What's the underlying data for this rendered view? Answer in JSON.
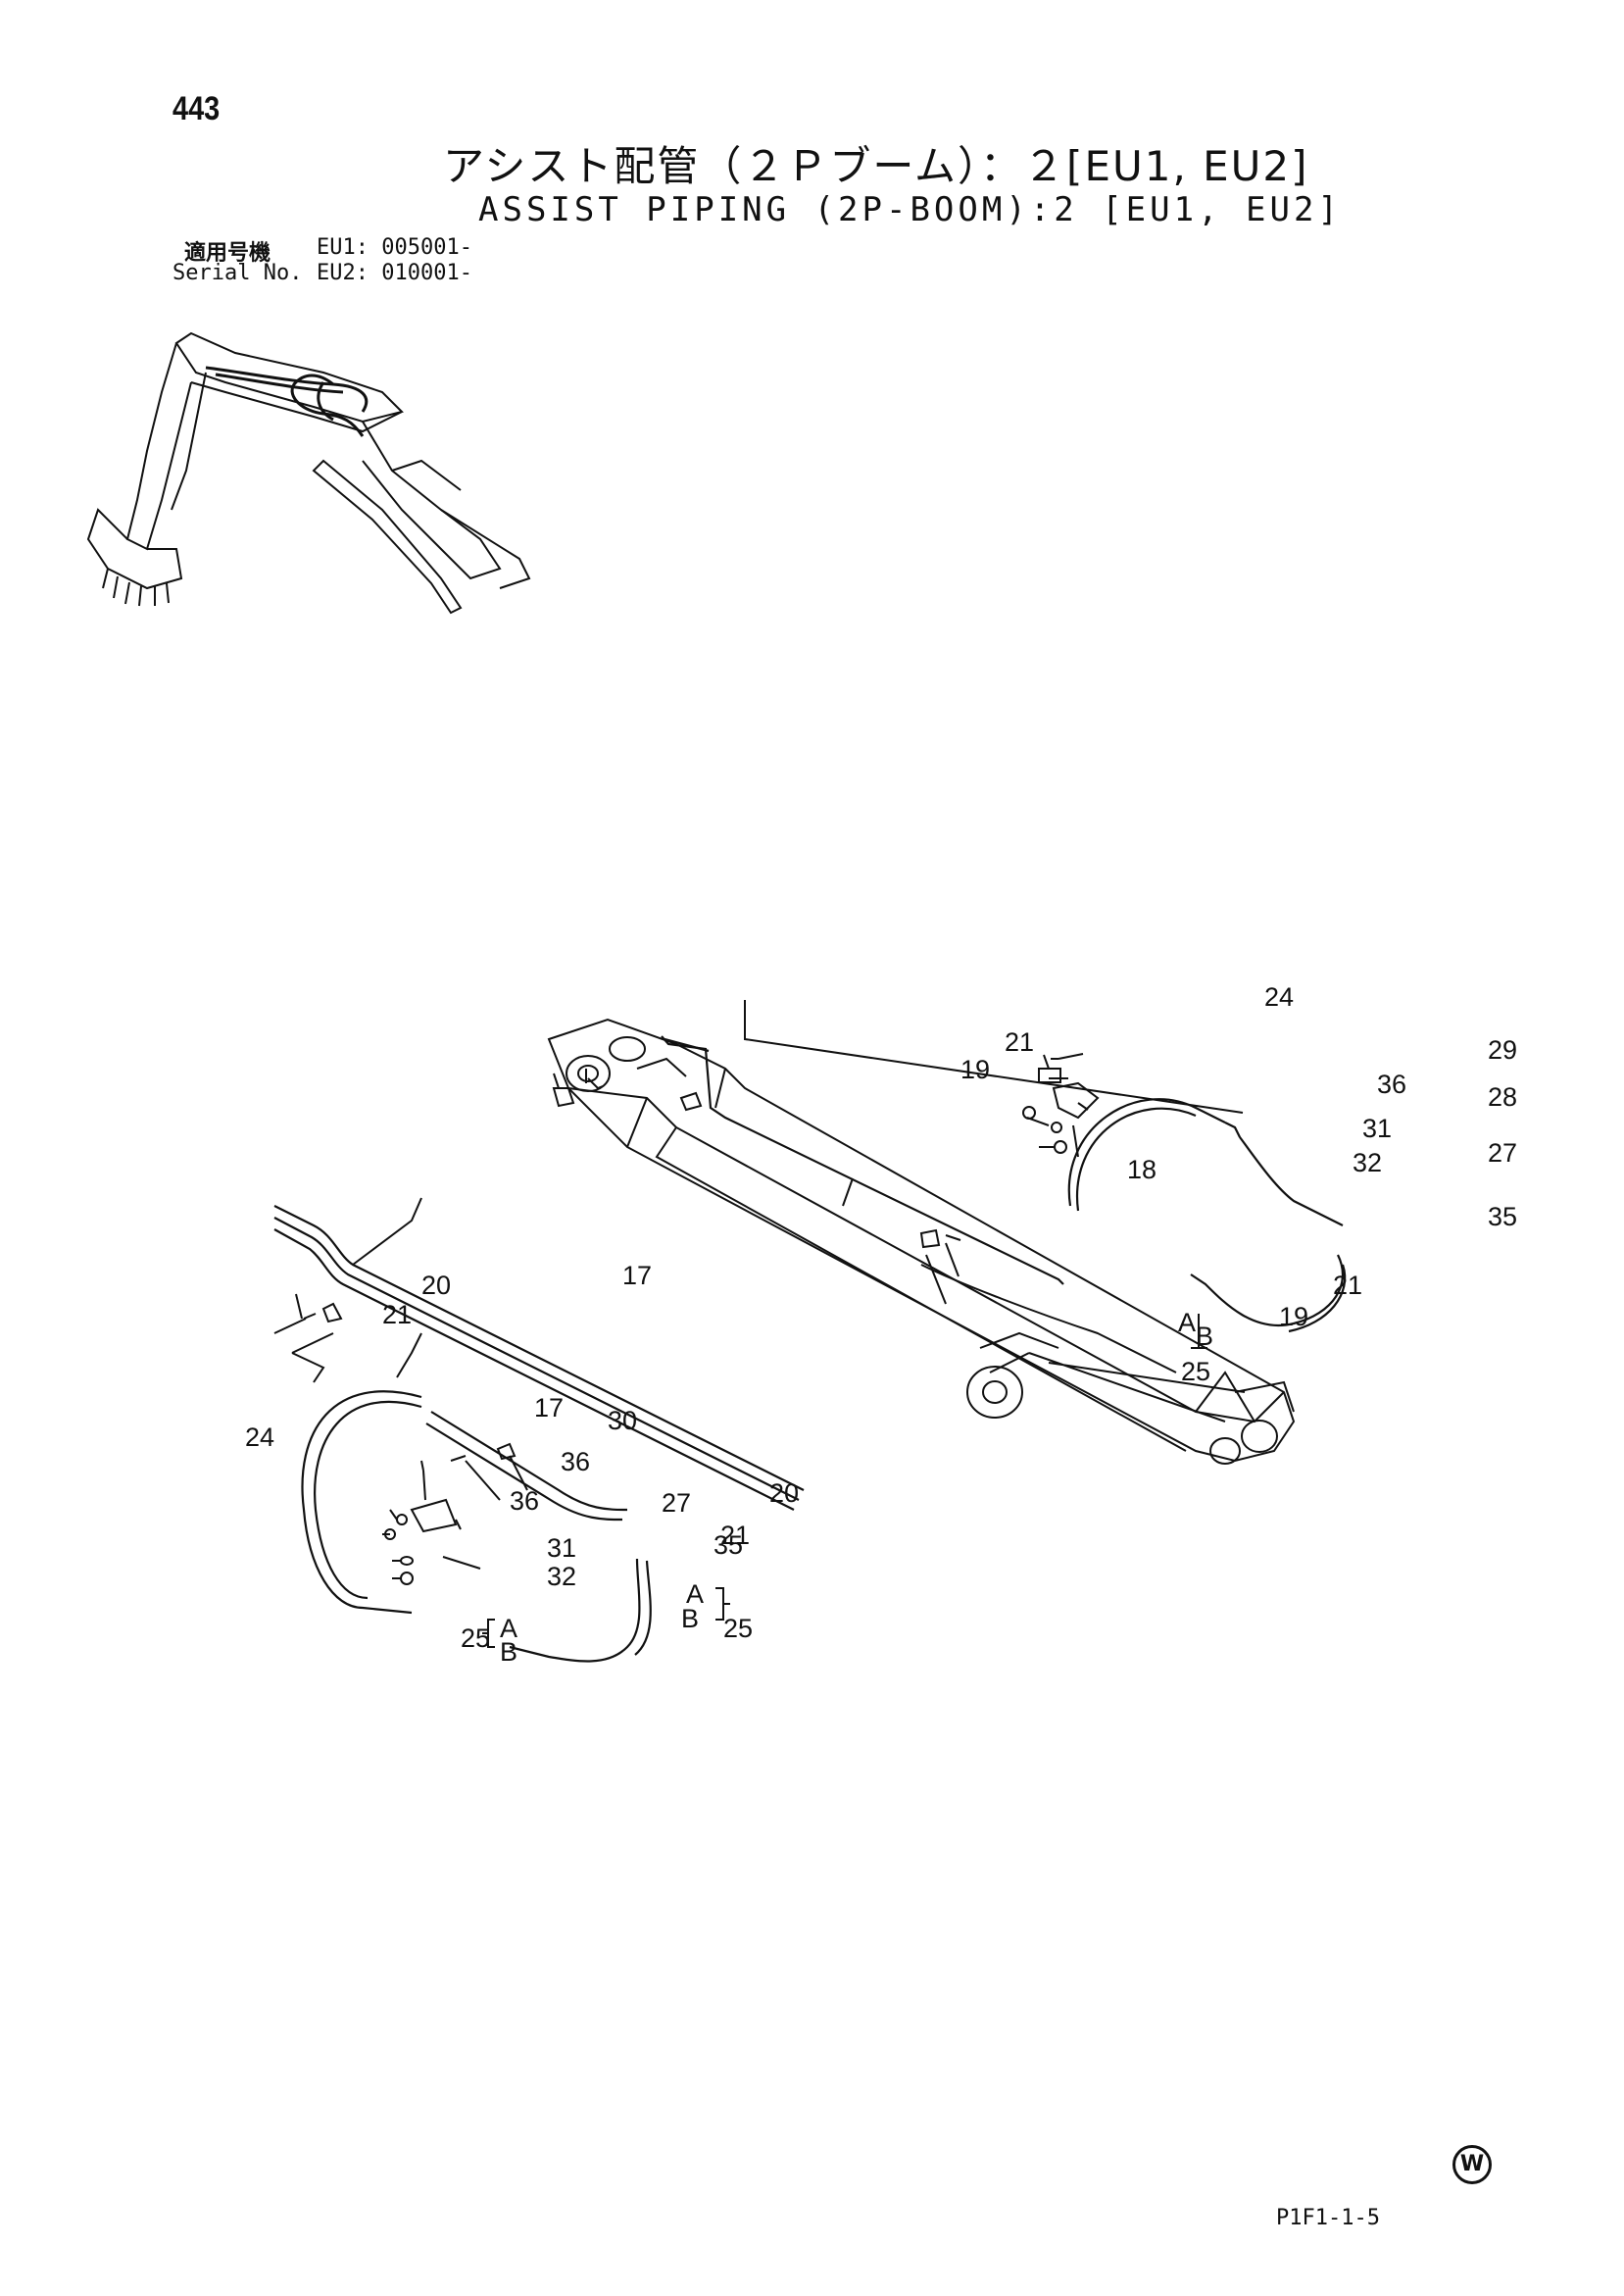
{
  "page_number": "443",
  "title_jp": "アシスト配管（２Ｐブーム）：２[EU1, EU2]",
  "title_en": "ASSIST PIPING (2P-BOOM):2 [EU1, EU2]",
  "serial": {
    "label_jp": "適用号機",
    "label_en": "Serial No.",
    "eu1": "EU1: 005001-",
    "eu2": "EU2: 010001-"
  },
  "figure_code": "P1F1-1-5",
  "watermark_symbol": "W",
  "callouts": {
    "c24_top": "24",
    "c21_top": "21",
    "c19_top": "19",
    "c18": "18",
    "c29": "29",
    "c36_top": "36",
    "c28": "28",
    "c31_top": "31",
    "c27_top": "27",
    "c32_top": "32",
    "c35_top": "35",
    "c21_mid": "21",
    "c19_mid": "19",
    "cA_top": "A",
    "cB_top": "B",
    "c25_top": "25",
    "c20_left": "20",
    "c21_left": "21",
    "c17_a": "17",
    "c17_b": "17",
    "c24_left": "24",
    "c30": "30",
    "c36_l1": "36",
    "c36_l2": "36",
    "c20_right": "20",
    "c21_low": "21",
    "c27_low": "27",
    "c31_low": "31",
    "c35_low": "35",
    "c32_low": "32",
    "cA_low": "A",
    "cB_low": "B",
    "c25_low_r": "25",
    "c25_low_l": "25",
    "cA_low_l": "A",
    "cB_low_l": "B"
  }
}
